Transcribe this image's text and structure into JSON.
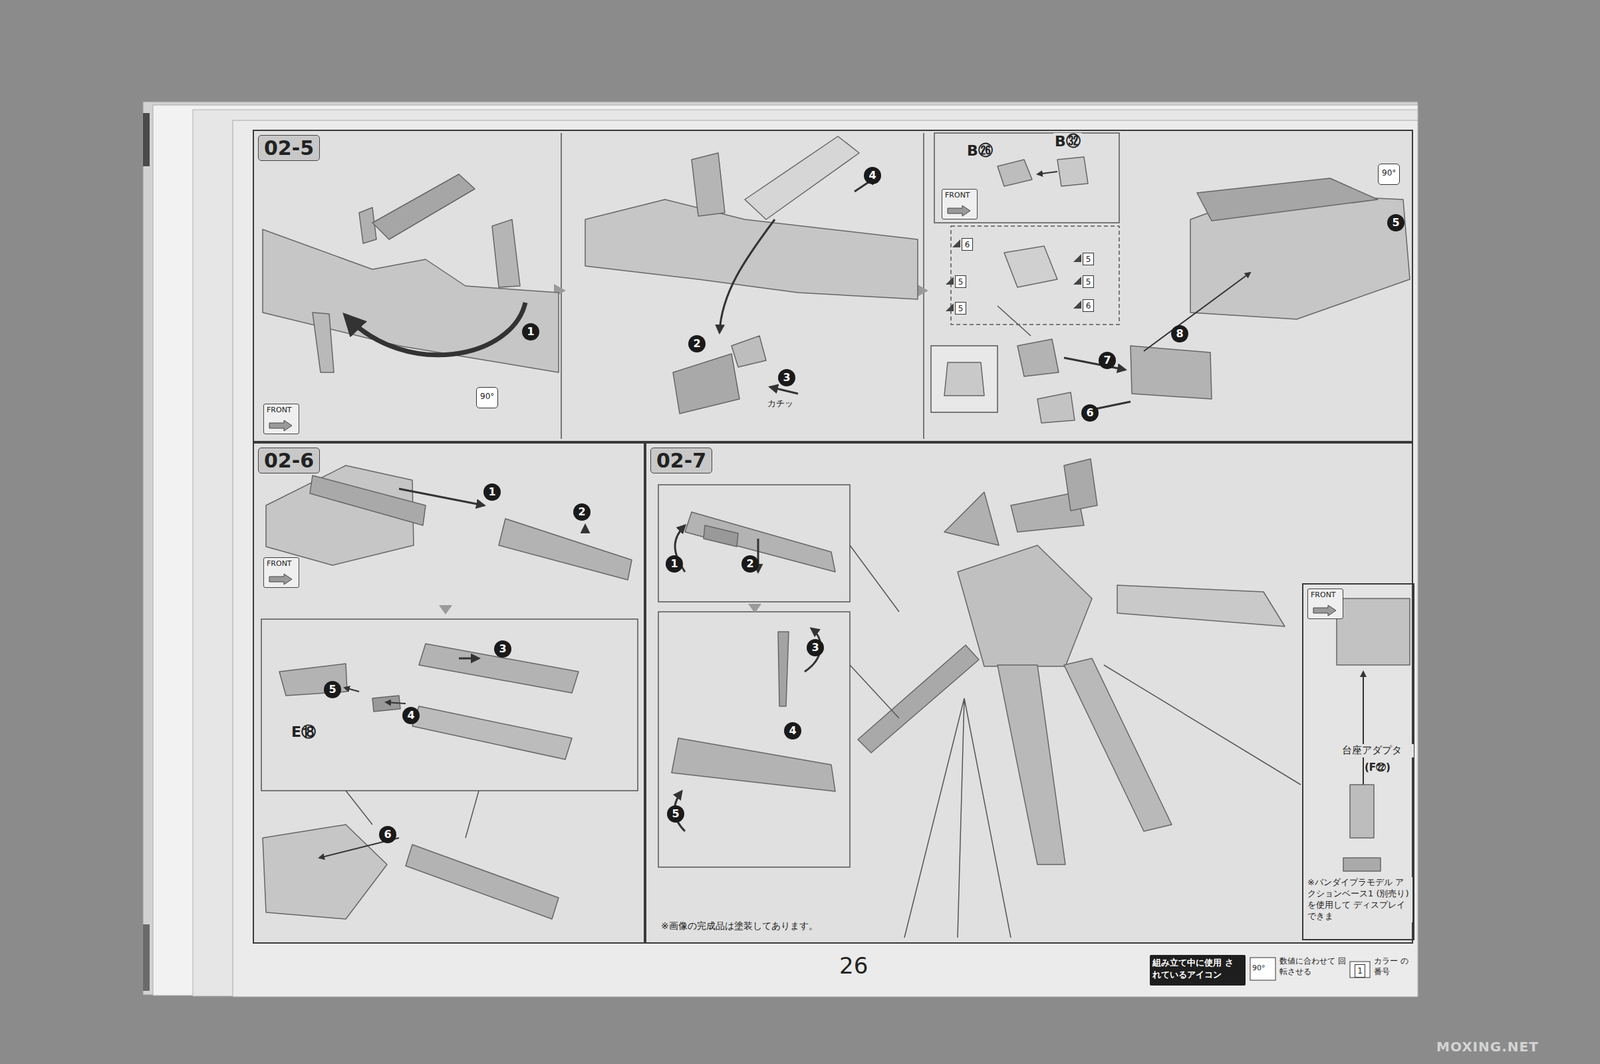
{
  "diagram": {
    "nodes": [
      {
        "text": [
          "02-5"
        ]
      },
      {
        "text": [
          "02-6"
        ]
      },
      {
        "text": [
          "02-7"
        ]
      },
      {
        "text": [
          "FRONT"
        ],
        "in": 0
      },
      {
        "text": [
          "FRONT"
        ],
        "in": 0
      },
      {
        "text": [
          "FRONT"
        ],
        "in": 1
      },
      {
        "text": [
          "台座アダプタ",
          "(F㉒)",
          "※バンダイプラモデル アクションベース1 (別売り)を使用して ディスプレイできま"
        ],
        "in": 2
      },
      {
        "text": [
          "FRONT"
        ],
        "in": 6
      },
      {
        "text": [
          "組み立て中に使用 されているアイコン"
        ]
      }
    ],
    "labels": [
      "1",
      "90°",
      "4",
      "2",
      "3",
      "カチッ",
      "B㉖",
      "B㉜",
      "6",
      "5",
      "5",
      "5",
      "5",
      "6",
      "7",
      "6",
      "8",
      "90°",
      "5",
      "1",
      "2",
      "3",
      "4",
      "5",
      "E⑱",
      "6",
      "1",
      "2",
      "3",
      "4",
      "5",
      "※画像の完成品は塗装してあります。",
      "26",
      "90°",
      "数値に合わせて 回転させる",
      "1",
      "カラー の番号",
      "MOXING.NET"
    ]
  }
}
